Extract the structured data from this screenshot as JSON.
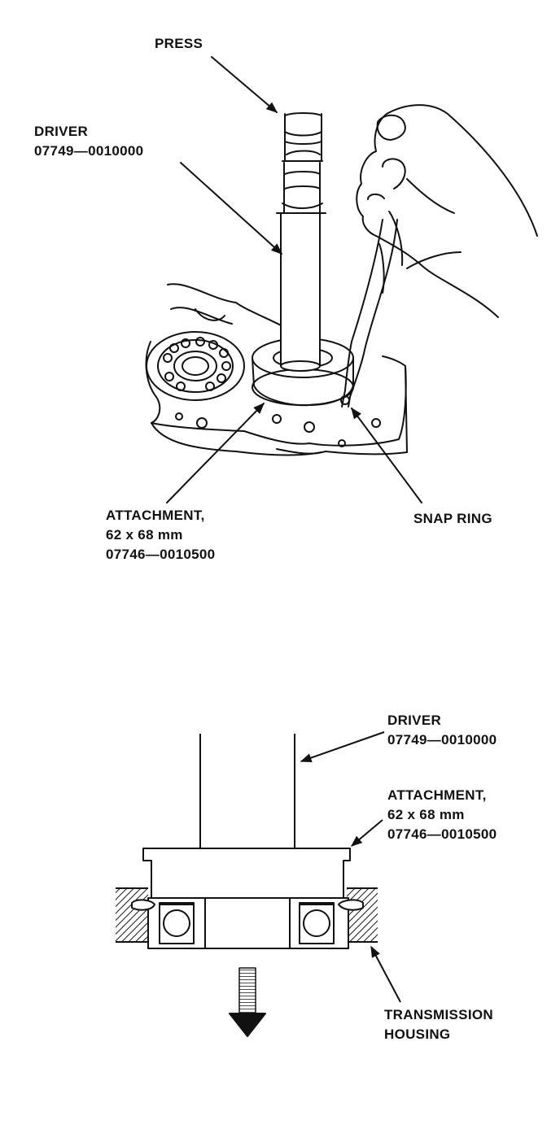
{
  "top_figure": {
    "press_label": "PRESS",
    "driver_label": [
      "DRIVER",
      "07749—0010000"
    ],
    "attachment_label": [
      "ATTACHMENT,",
      "62 x 68 mm",
      "07746—0010500"
    ],
    "snap_ring_label": "SNAP RING"
  },
  "bottom_figure": {
    "driver_label": [
      "DRIVER",
      "07749—0010000"
    ],
    "attachment_label": [
      "ATTACHMENT,",
      "62 x 68 mm",
      "07746—0010500"
    ],
    "housing_label": [
      "TRANSMISSION",
      "HOUSING"
    ]
  }
}
